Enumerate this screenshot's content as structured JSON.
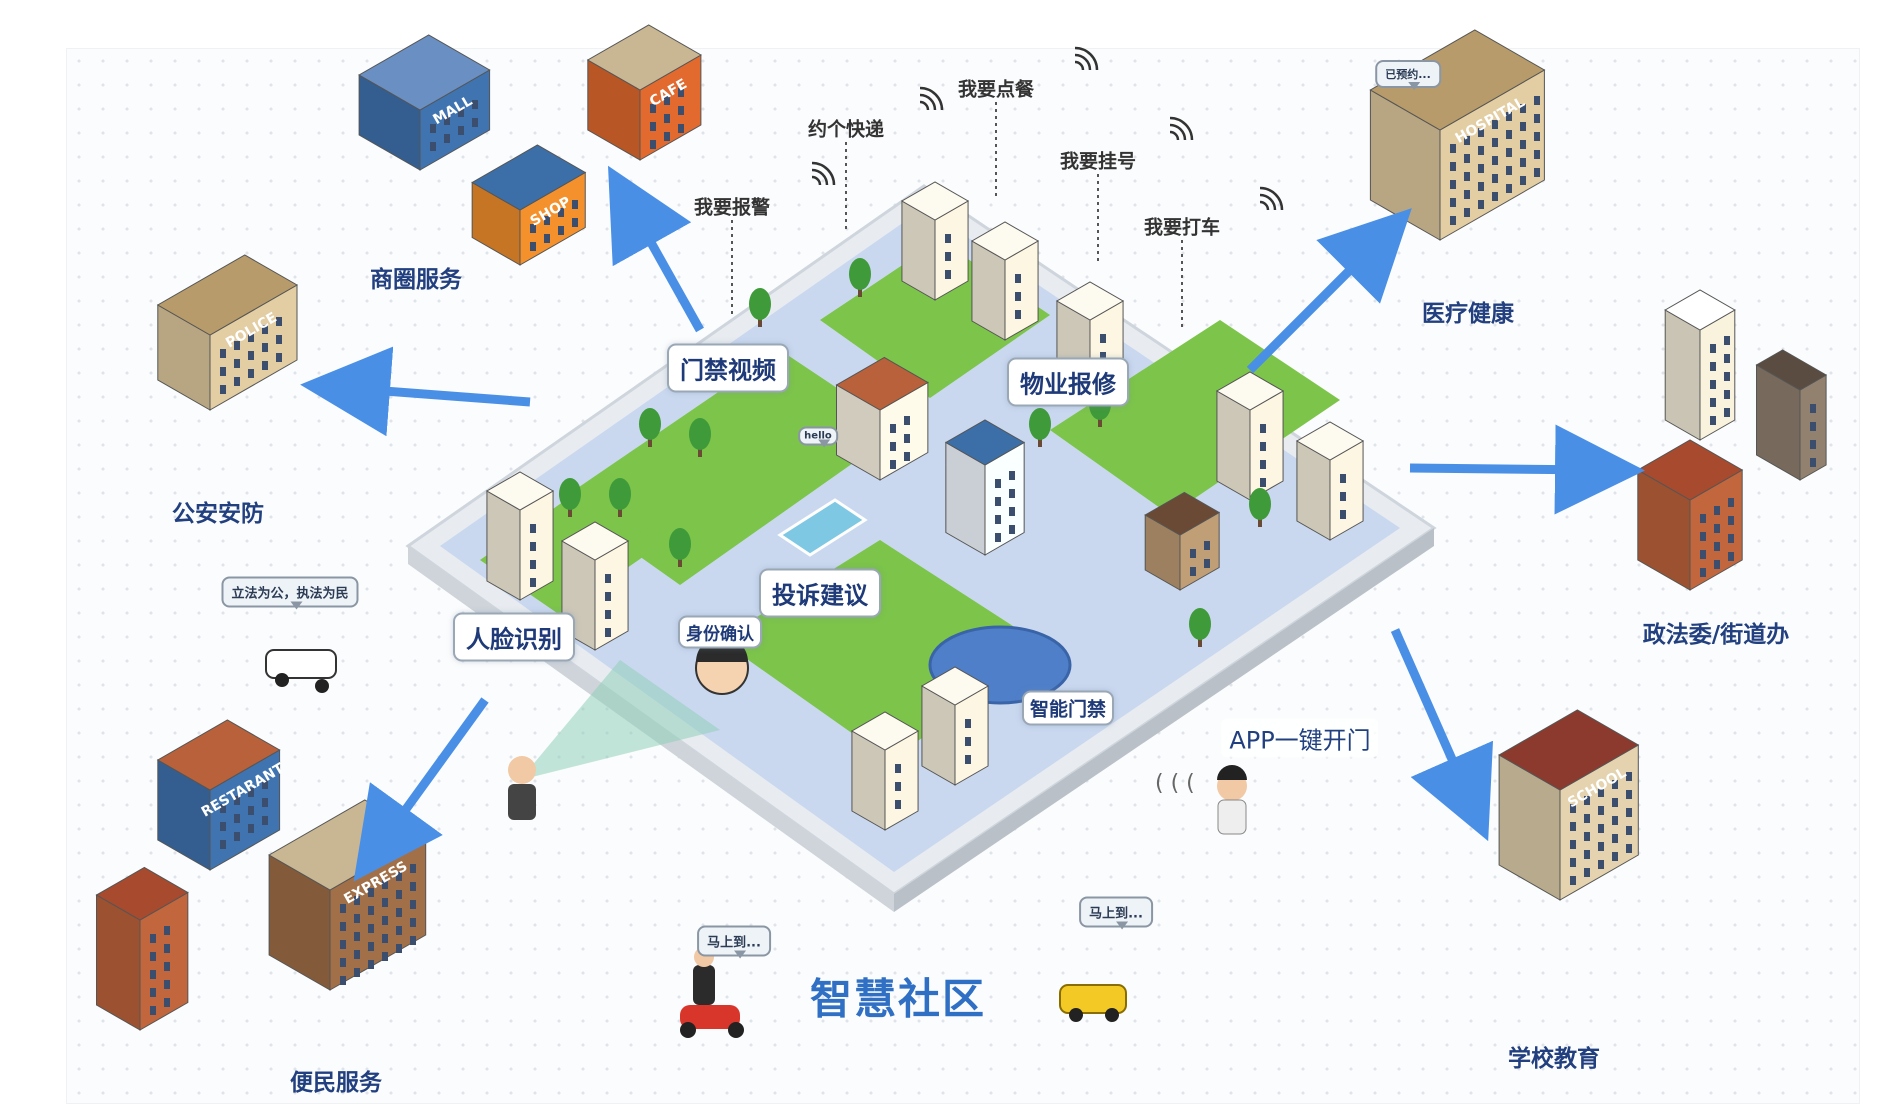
{
  "title": "智慧社区",
  "requests": {
    "order_food": "我要点餐",
    "courier": "约个快递",
    "register": "我要挂号",
    "report_police": "我要报警",
    "taxi": "我要打车"
  },
  "categories": {
    "business": "商圈服务",
    "medical": "医疗健康",
    "police": "公安安防",
    "government": "政法委/街道办",
    "school": "学校教育",
    "convenience": "便民服务"
  },
  "features": {
    "access_video": "门禁视频",
    "property_repair": "物业报修",
    "complaint": "投诉建议",
    "face_recognition": "人脸识别",
    "identity_check": "身份确认",
    "smart_access": "智能门禁",
    "app_open_door": "APP一键开门"
  },
  "speech": {
    "police_car": "立法为公，执法为民",
    "hospital": "已预约...",
    "delivery": "马上到...",
    "taxi": "马上到...",
    "hello": "hello"
  },
  "signs": {
    "mall": "MALL",
    "cafe": "CAFE",
    "shop": "SHOP",
    "police": "POLICE",
    "hospital": "HOSPITAL",
    "restaurant": "RESTARANT",
    "express": "EXPRESS",
    "school": "SCHOOL"
  },
  "colors": {
    "arrow": "#4a8fe6",
    "label": "#1f3a78",
    "title": "#2f6fc4",
    "grass": "#7cc44a",
    "road": "#c9d8ef"
  }
}
